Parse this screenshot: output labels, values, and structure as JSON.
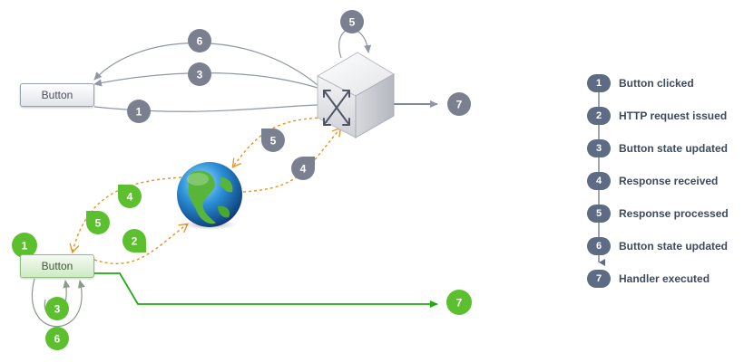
{
  "buttons": {
    "top_label": "Button",
    "bottom_label": "Button"
  },
  "badges": {
    "gray": [
      "6",
      "3",
      "1",
      "5",
      "7",
      "5",
      "4"
    ],
    "green": [
      "1",
      "3",
      "6",
      "4",
      "5",
      "2",
      "7"
    ]
  },
  "legend": {
    "items": [
      {
        "num": "1",
        "label": "Button clicked"
      },
      {
        "num": "2",
        "label": "HTTP request issued"
      },
      {
        "num": "3",
        "label": "Button state updated"
      },
      {
        "num": "4",
        "label": "Response received"
      },
      {
        "num": "5",
        "label": "Response processed"
      },
      {
        "num": "6",
        "label": "Button state updated"
      },
      {
        "num": "7",
        "label": "Handler executed"
      }
    ]
  },
  "icons": {
    "server": "server-switch-icon",
    "globe": "globe-icon"
  },
  "colors": {
    "gray_flow": "#8f96a6",
    "gray_badge": "#7b8090",
    "green_flow": "#22aa11",
    "green_badge": "#5cc02e",
    "network_flow": "#e8921c",
    "legend_badge": "#5d6b84"
  }
}
